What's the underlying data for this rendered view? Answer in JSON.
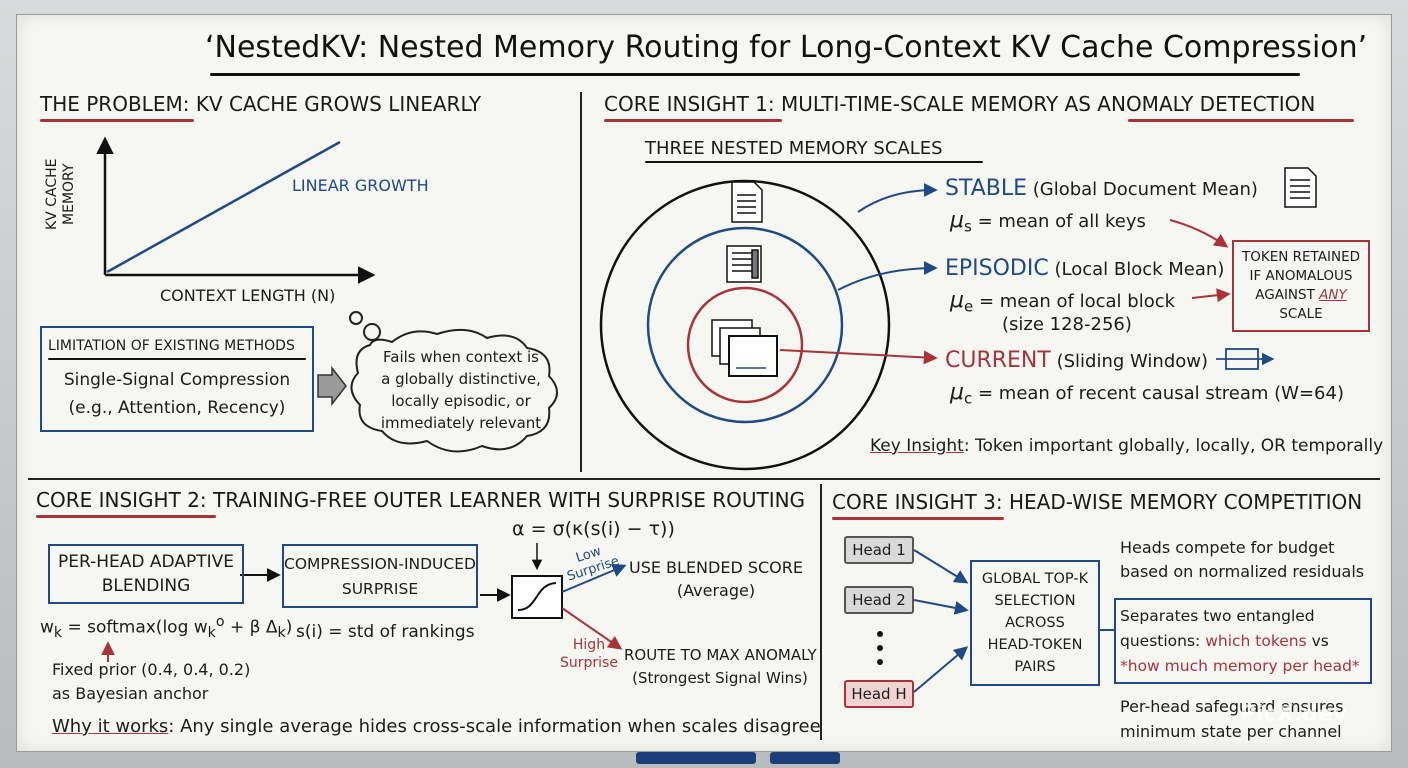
{
  "title": "‘NestedKV: Nested Memory Routing for Long-Context KV Cache Compression’",
  "problem": {
    "heading_lead": "THE PROBLEM",
    "heading_rest": ": KV CACHE GROWS LINEARLY",
    "y_axis_label_1": "KV CACHE",
    "y_axis_label_2": "MEMORY",
    "x_axis_label": "CONTEXT LENGTH (N)",
    "line_label": "LINEAR GROWTH",
    "limitation_title": "LIMITATION OF EXISTING METHODS",
    "limitation_line1": "Single-Signal Compression",
    "limitation_line2": "(e.g., Attention, Recency)",
    "thought_line1": "Fails when context is",
    "thought_line2": "a globally distinctive,",
    "thought_line3": "locally episodic, or",
    "thought_line4": "immediately relevant"
  },
  "insight1": {
    "heading_lead": "CORE INSIGHT 1",
    "heading_mid": ": MULTI-TIME-SCALE MEMORY AS ",
    "heading_tail": "ANOMALY DETECTION",
    "subheading": "THREE NESTED MEMORY SCALES",
    "stable_name": "STABLE",
    "stable_desc": "(Global Document Mean)",
    "stable_mu": "μ",
    "stable_sub": "s",
    "stable_def": "= mean of all keys",
    "episodic_name": "EPISODIC",
    "episodic_desc": "(Local Block Mean)",
    "episodic_mu": "μ",
    "episodic_sub": "e",
    "episodic_def": "= mean of local block",
    "episodic_size": "(size 128-256)",
    "current_name": "CURRENT",
    "current_desc": "(Sliding Window)",
    "current_mu": "μ",
    "current_sub": "c",
    "current_def": "= mean of recent causal stream (W=64)",
    "retained_1": "TOKEN RETAINED",
    "retained_2": "IF ANOMALOUS",
    "retained_3a": "AGAINST ",
    "retained_3b": "ANY",
    "retained_4": "SCALE",
    "key_lead": "Key Insight",
    "key_rest": ": Token important globally, locally, OR temporally"
  },
  "insight2": {
    "heading_lead": "CORE INSIGHT 2",
    "heading_rest": ": TRAINING-FREE OUTER LEARNER WITH SURPRISE ROUTING",
    "blend_1": "PER-HEAD ADAPTIVE",
    "blend_2": "BLENDING",
    "surprise_1": "COMPRESSION-INDUCED",
    "surprise_2": "SURPRISE",
    "alpha_formula": "α = σ(κ(s(i) − τ))",
    "low_1": "Low",
    "low_2": "Surprise",
    "high_1": "High",
    "high_2": "Surprise",
    "use_blended_1": "USE BLENDED SCORE",
    "use_blended_2": "(Average)",
    "route_max_1": "ROUTE TO MAX ANOMALY",
    "route_max_2": "(Strongest Signal Wins)",
    "weight_formula": "w",
    "weight_sub": "k",
    "weight_rest": " = softmax(log w",
    "weight_sub2": "k",
    "weight_sup2": "o",
    "weight_tail": " + β Δ",
    "weight_sub3": "k",
    "weight_close": ")",
    "std_formula": "s(i) = std of rankings",
    "prior_1": "Fixed prior (0.4, 0.4, 0.2)",
    "prior_2": "as Bayesian anchor",
    "why_lead": "Why it works",
    "why_rest": ": Any single average hides cross-scale information when scales disagree"
  },
  "insight3": {
    "heading_lead": "CORE INSIGHT 3",
    "heading_rest": ": HEAD-WISE MEMORY COMPETITION",
    "head1": "Head 1",
    "head2": "Head 2",
    "headH": "Head H",
    "topk_1": "GLOBAL TOP-K",
    "topk_2": "SELECTION",
    "topk_3": "ACROSS",
    "topk_4": "HEAD-TOKEN",
    "topk_5": "PAIRS",
    "compete_1": "Heads compete for budget",
    "compete_2": "based on normalized residuals",
    "sep_1": "Separates two entangled",
    "sep_2a": "questions: ",
    "sep_2b": "which tokens",
    "sep_2c": " vs",
    "sep_3": "*how much memory per head*",
    "safe_1": "Per-head safeguard ensures",
    "safe_2": "minimum state per channel"
  },
  "watermark": "PicX.dev",
  "colors": {
    "blue": "#1f4a86",
    "red": "#a8343a",
    "ink": "#1c1c1c",
    "board": "#f6f6f3"
  }
}
